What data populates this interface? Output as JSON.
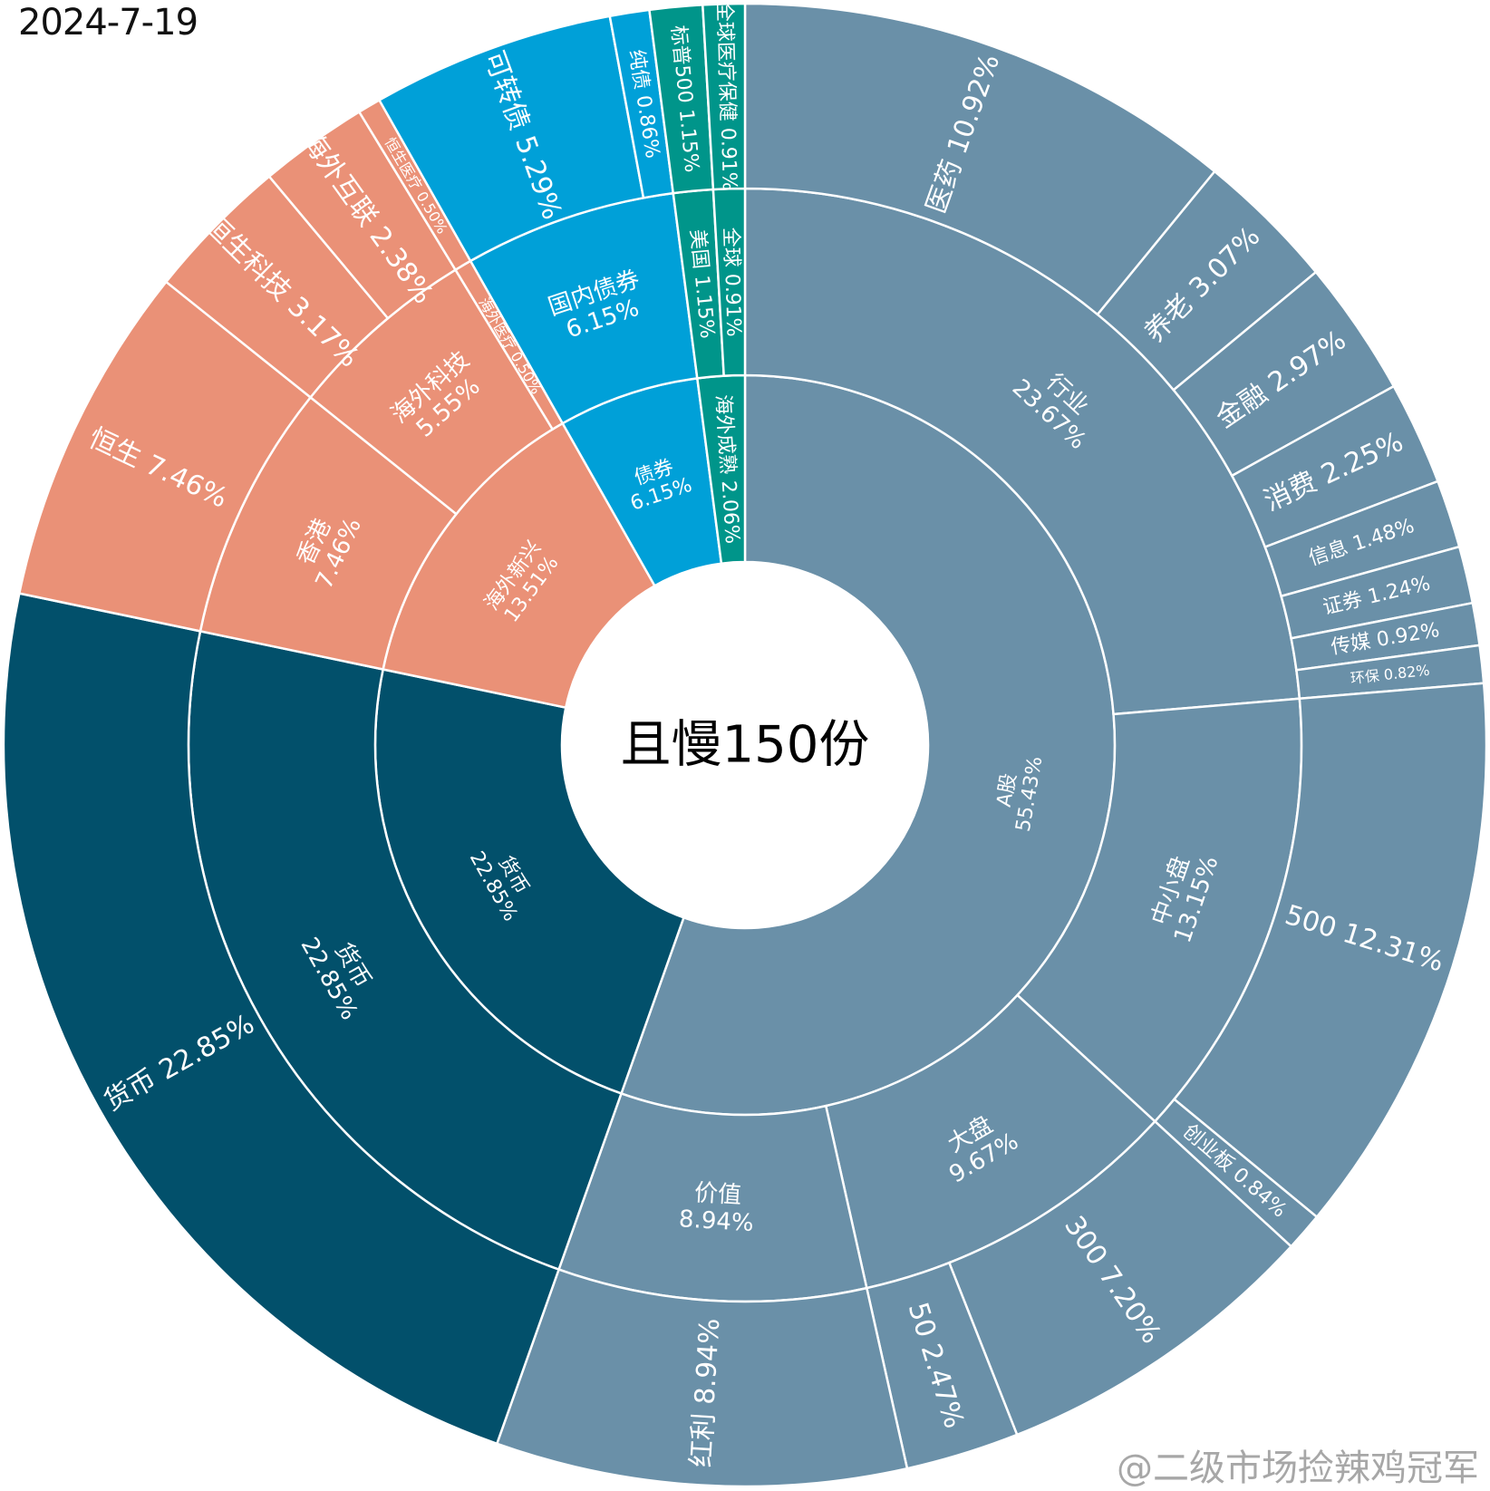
{
  "date": "2024-7-19",
  "watermark": "@二级市场捡辣鸡冠军",
  "center_title": "且慢150份",
  "colors": {
    "a_share": "#6a90a8",
    "money": "#02506b",
    "overseas_emerging": "#ea9177",
    "bond": "#00a0d8",
    "overseas_mature": "#00958a",
    "divider": "#ffffff",
    "text": "#ffffff",
    "center_text": "#000000"
  },
  "chart_data": {
    "type": "sunburst",
    "title": "且慢150份",
    "rings": 3,
    "categories": [
      {
        "name": "A股",
        "value": 55.43,
        "color_key": "a_share",
        "children": [
          {
            "name": "行业",
            "value": 23.67,
            "children": [
              {
                "name": "医药",
                "value": 10.92
              },
              {
                "name": "养老",
                "value": 3.07
              },
              {
                "name": "金融",
                "value": 2.97
              },
              {
                "name": "消费",
                "value": 2.25
              },
              {
                "name": "信息",
                "value": 1.48
              },
              {
                "name": "证券",
                "value": 1.24
              },
              {
                "name": "传媒",
                "value": 0.92
              },
              {
                "name": "环保",
                "value": 0.82
              }
            ]
          },
          {
            "name": "中小盘",
            "value": 13.15,
            "children": [
              {
                "name": "500",
                "value": 12.31
              },
              {
                "name": "创业板",
                "value": 0.84
              }
            ]
          },
          {
            "name": "大盘",
            "value": 9.67,
            "children": [
              {
                "name": "300",
                "value": 7.2
              },
              {
                "name": "50",
                "value": 2.47
              }
            ]
          },
          {
            "name": "价值",
            "value": 8.94,
            "children": [
              {
                "name": "红利",
                "value": 8.94
              }
            ]
          }
        ]
      },
      {
        "name": "货币",
        "value": 22.85,
        "color_key": "money",
        "children": [
          {
            "name": "货币",
            "value": 22.85,
            "children": [
              {
                "name": "货币",
                "value": 22.85
              }
            ]
          }
        ]
      },
      {
        "name": "海外新兴",
        "value": 13.51,
        "color_key": "overseas_emerging",
        "children": [
          {
            "name": "香港",
            "value": 7.46,
            "children": [
              {
                "name": "恒生",
                "value": 7.46
              }
            ]
          },
          {
            "name": "海外科技",
            "value": 5.55,
            "children": [
              {
                "name": "恒生科技",
                "value": 3.17
              },
              {
                "name": "海外互联",
                "value": 2.38
              }
            ]
          },
          {
            "name": "海外医疗",
            "value": 0.5,
            "children": [
              {
                "name": "恒生医疗",
                "value": 0.5
              }
            ]
          }
        ]
      },
      {
        "name": "债券",
        "value": 6.15,
        "color_key": "bond",
        "children": [
          {
            "name": "国内债券",
            "value": 6.15,
            "children": [
              {
                "name": "可转债",
                "value": 5.29
              },
              {
                "name": "纯债",
                "value": 0.86
              }
            ]
          }
        ]
      },
      {
        "name": "海外成熟",
        "value": 2.06,
        "color_key": "overseas_mature",
        "children": [
          {
            "name": "美国",
            "value": 1.15,
            "children": [
              {
                "name": "标普500",
                "value": 1.15
              }
            ]
          },
          {
            "name": "全球",
            "value": 0.91,
            "children": [
              {
                "name": "全球医疗保健",
                "value": 0.91
              }
            ]
          }
        ]
      }
    ]
  }
}
